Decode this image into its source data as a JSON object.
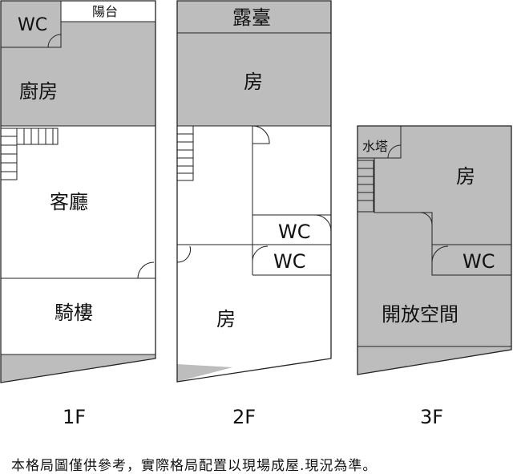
{
  "floors": {
    "f1": {
      "label": "1F",
      "rooms": {
        "wc": "WC",
        "balcony": "陽台",
        "kitchen": "廚房",
        "living": "客廳",
        "arcade": "騎樓"
      }
    },
    "f2": {
      "label": "2F",
      "rooms": {
        "terrace": "露臺",
        "room_front": "房",
        "wc_upper": "WC",
        "wc_lower": "WC",
        "room_back": "房"
      }
    },
    "f3": {
      "label": "3F",
      "rooms": {
        "water_tower": "水塔",
        "room": "房",
        "wc": "WC",
        "open_space": "開放空間"
      }
    }
  },
  "disclaimer": "本格局圖僅供參考，實際格局配置以現場成屋.現況為準。",
  "colors": {
    "room_fill": "#bdbdbd",
    "wall": "#222222",
    "background": "#ffffff"
  }
}
